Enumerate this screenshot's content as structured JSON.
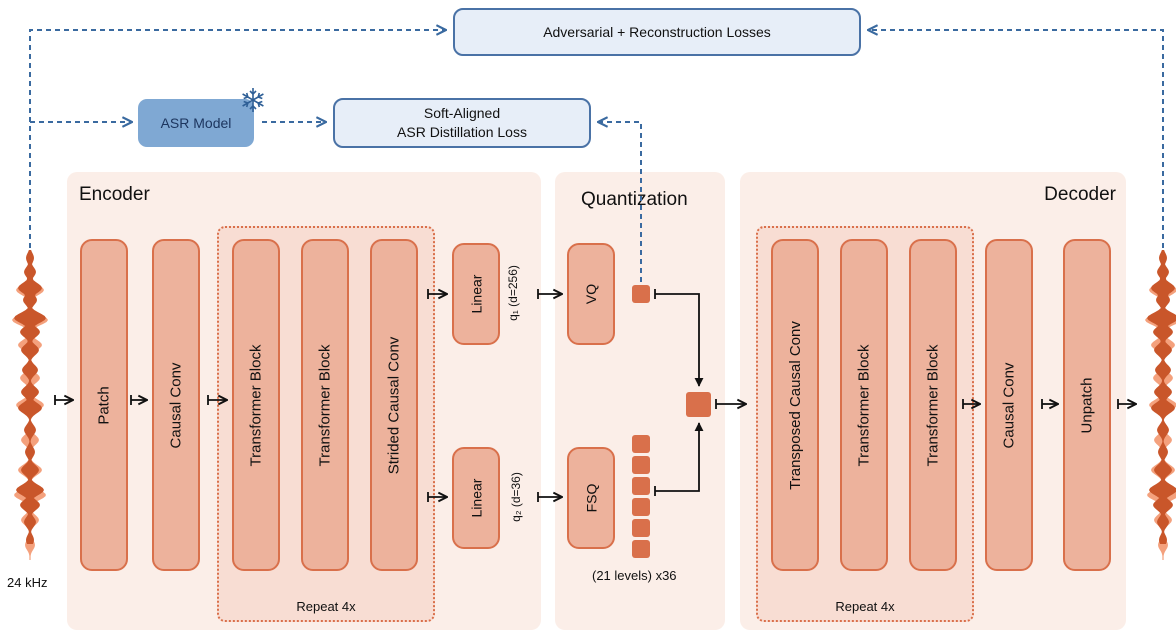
{
  "losses": {
    "adversarial": "Adversarial + Reconstruction Losses",
    "distill_line1": "Soft-Aligned",
    "distill_line2": "ASR Distillation Loss"
  },
  "asr_model": {
    "label": "ASR Model",
    "icon": "snowflake-icon"
  },
  "input": {
    "sample_rate": "24 kHz"
  },
  "encoder": {
    "title": "Encoder",
    "blocks": [
      "Patch",
      "Causal Conv"
    ],
    "repeat_blocks": [
      "Transformer Block",
      "Transformer Block",
      "Strided Causal Conv"
    ],
    "repeat_label": "Repeat 4x",
    "linear_top": "Linear",
    "linear_bottom": "Linear"
  },
  "quantization": {
    "title": "Quantization",
    "q1_label": "q₁ (d=256)",
    "q2_label": "q₂ (d=36)",
    "vq": "VQ",
    "fsq": "FSQ",
    "fsq_levels": "(21 levels) x36"
  },
  "decoder": {
    "title": "Decoder",
    "repeat_blocks": [
      "Transposed Causal Conv",
      "Transformer Block",
      "Transformer Block"
    ],
    "repeat_label": "Repeat 4x",
    "blocks": [
      "Causal Conv",
      "Unpatch"
    ]
  },
  "colors": {
    "panel_bg": "#fbeee8",
    "block_fill": "#edb29c",
    "block_border": "#d9704b",
    "loss_border": "#4a72a6",
    "loss_fill": "#e7eef8",
    "asr_fill": "#7fa8d3",
    "dashed_line": "#3a6aa0"
  }
}
